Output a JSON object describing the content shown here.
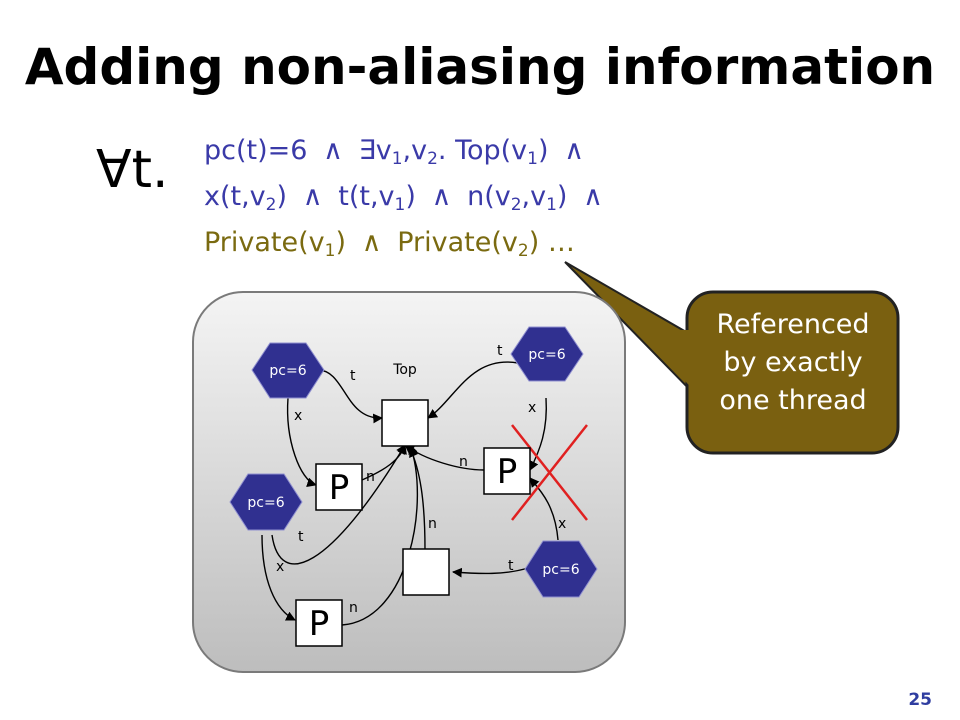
{
  "title": "Adding non-aliasing information",
  "quantifier": "∀t.",
  "formula": {
    "and_symbol": "∧",
    "exists_symbol": "∃",
    "line1": {
      "a": "pc(t)=6",
      "b_pre": "v",
      "b_sub1": "1",
      "b_mid": ",v",
      "b_sub2": "2",
      "b_post": ". Top(v",
      "b_sub3": "1",
      "b_end": ")"
    },
    "line2": {
      "a_pre": "x(t,v",
      "a_sub": "2",
      "a_end": ")",
      "b_pre": "t(t,v",
      "b_sub": "1",
      "b_end": ")",
      "c_pre": "n(v",
      "c_sub1": "2",
      "c_mid": ",v",
      "c_sub2": "1",
      "c_end": ")"
    },
    "line3": {
      "a_pre": "Private(v",
      "a_sub": "1",
      "a_end": ")",
      "b_pre": "Private(v",
      "b_sub": "2",
      "b_end": ") …"
    }
  },
  "callout": {
    "lines": [
      "Referenced",
      "by exactly",
      "one thread"
    ]
  },
  "diagram": {
    "threads": [
      {
        "label": "pc=6"
      },
      {
        "label": "pc=6"
      },
      {
        "label": "pc=6"
      },
      {
        "label": "pc=6"
      }
    ],
    "objects": [
      {
        "label": "P"
      },
      {
        "label": "P"
      },
      {
        "label": "P"
      }
    ],
    "top_label": "Top",
    "edge_labels": {
      "t": "t",
      "x": "x",
      "n": "n"
    }
  },
  "page_number": "25",
  "colors": {
    "title": "#000000",
    "formula_blue": "#3a3aa8",
    "formula_olive": "#7a6a10",
    "thread_fill": "#303090",
    "callout_fill": "#7a6010",
    "cross": "#e02020",
    "page_number": "#2f3da0"
  }
}
